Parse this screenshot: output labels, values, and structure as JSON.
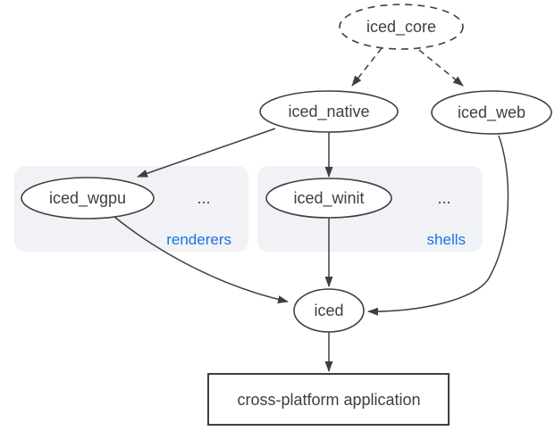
{
  "diagram": {
    "description": "Dependency diagram of the iced crate ecosystem",
    "nodes": {
      "iced_core": {
        "label": "iced_core",
        "shape": "ellipse",
        "border": "dashed"
      },
      "iced_native": {
        "label": "iced_native",
        "shape": "ellipse",
        "border": "solid"
      },
      "iced_web": {
        "label": "iced_web",
        "shape": "ellipse",
        "border": "solid"
      },
      "iced_wgpu": {
        "label": "iced_wgpu",
        "shape": "ellipse",
        "border": "solid"
      },
      "iced_winit": {
        "label": "iced_winit",
        "shape": "ellipse",
        "border": "solid"
      },
      "iced": {
        "label": "iced",
        "shape": "ellipse",
        "border": "solid"
      },
      "application": {
        "label": "cross-platform application",
        "shape": "rect",
        "border": "solid"
      }
    },
    "groups": {
      "renderers": {
        "label": "renderers",
        "ellipsis": "...",
        "members": [
          "iced_wgpu"
        ]
      },
      "shells": {
        "label": "shells",
        "ellipsis": "...",
        "members": [
          "iced_winit"
        ]
      }
    },
    "edges": [
      {
        "from": "iced_core",
        "to": "iced_native",
        "style": "dashed"
      },
      {
        "from": "iced_core",
        "to": "iced_web",
        "style": "dashed"
      },
      {
        "from": "iced_native",
        "to": "iced_wgpu",
        "style": "solid"
      },
      {
        "from": "iced_native",
        "to": "iced_winit",
        "style": "solid"
      },
      {
        "from": "iced_wgpu",
        "to": "iced",
        "style": "solid"
      },
      {
        "from": "iced_winit",
        "to": "iced",
        "style": "solid"
      },
      {
        "from": "iced_web",
        "to": "iced",
        "style": "solid"
      },
      {
        "from": "iced",
        "to": "application",
        "style": "solid"
      }
    ],
    "colors": {
      "accent_blue": "#1a73e8",
      "node_stroke": "#3c4043",
      "text": "#3c4043",
      "group_fill": "#f0f2f5",
      "background": "#ffffff"
    }
  }
}
